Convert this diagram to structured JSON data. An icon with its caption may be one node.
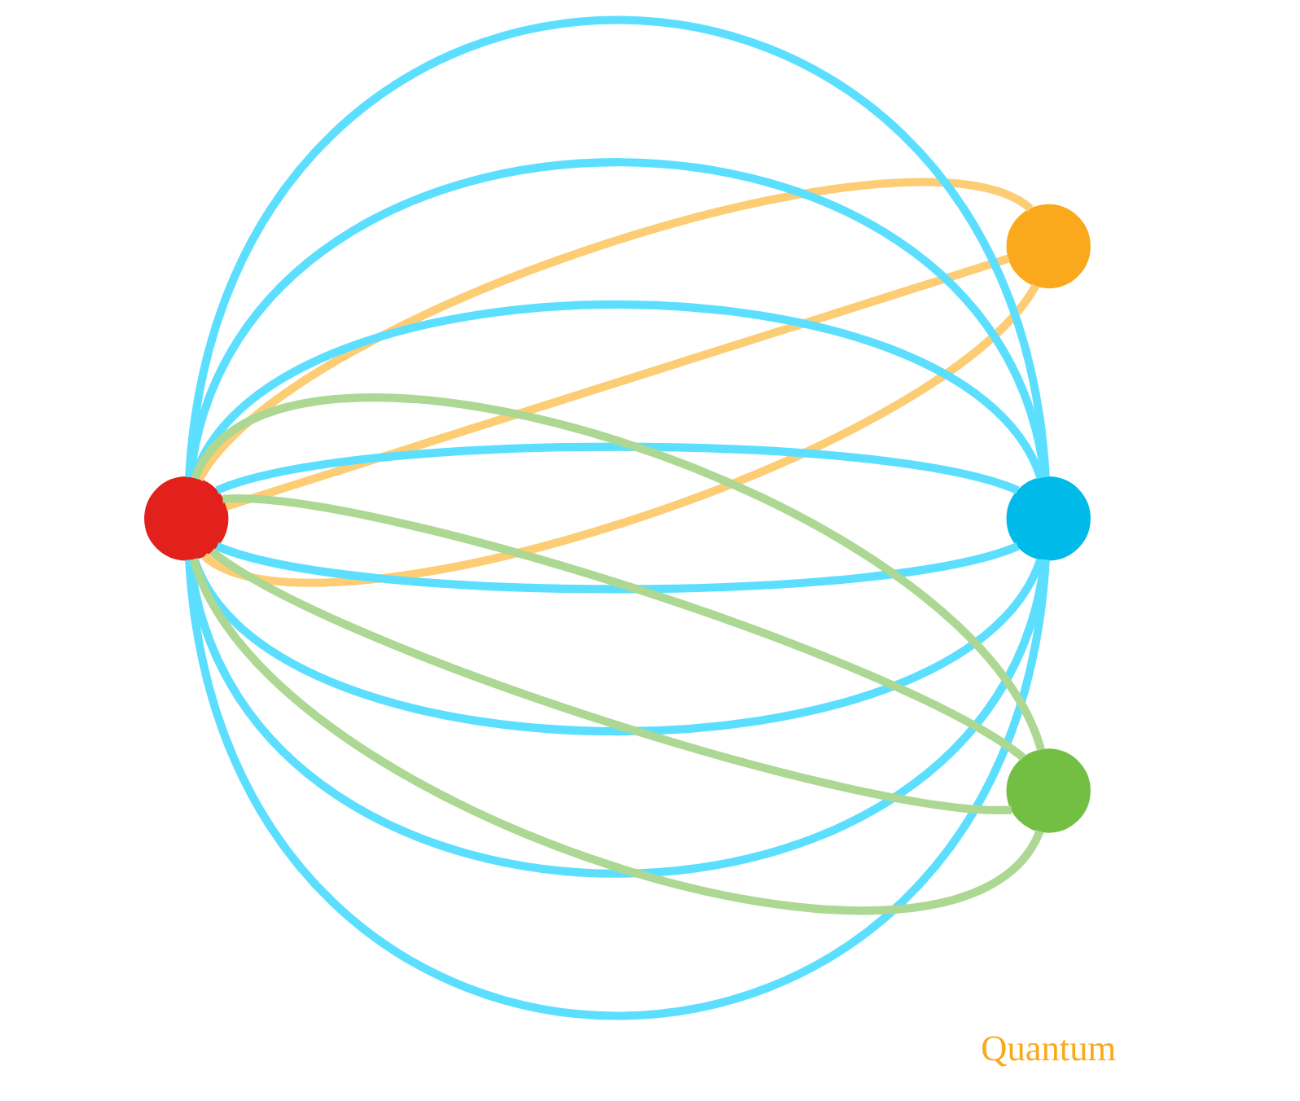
{
  "diagram": {
    "nodes": [
      {
        "text": [],
        "shape": "circle"
      },
      {
        "text": [],
        "shape": "circle"
      },
      {
        "text": [],
        "shape": "circle"
      },
      {
        "text": [],
        "shape": "circle"
      }
    ],
    "edges": [
      {
        "from": 0,
        "to": 1,
        "arrow": "none",
        "color": "#fdcd75"
      },
      {
        "from": 0,
        "to": 1,
        "arrow": "none",
        "color": "#fdcd75"
      },
      {
        "from": 0,
        "to": 1,
        "arrow": "none",
        "color": "#fdcd75"
      },
      {
        "from": 0,
        "to": 2,
        "arrow": "none"
      },
      {
        "from": 0,
        "to": 2,
        "arrow": "none"
      },
      {
        "from": 0,
        "to": 2,
        "arrow": "none"
      },
      {
        "from": 0,
        "to": 2,
        "arrow": "none"
      },
      {
        "from": 0,
        "to": 2,
        "arrow": "none"
      },
      {
        "from": 0,
        "to": 2,
        "arrow": "none"
      },
      {
        "from": 0,
        "to": 2,
        "arrow": "none"
      },
      {
        "from": 0,
        "to": 2,
        "arrow": "none"
      },
      {
        "from": 0,
        "to": 3,
        "arrow": "none",
        "color": "#acd893"
      },
      {
        "from": 0,
        "to": 3,
        "arrow": "none",
        "color": "#acd893"
      },
      {
        "from": 0,
        "to": 3,
        "arrow": "none",
        "color": "#acd893"
      },
      {
        "from": 0,
        "to": 3,
        "arrow": "none",
        "color": "#acd893"
      }
    ],
    "labels": [
      "Quantum"
    ]
  }
}
